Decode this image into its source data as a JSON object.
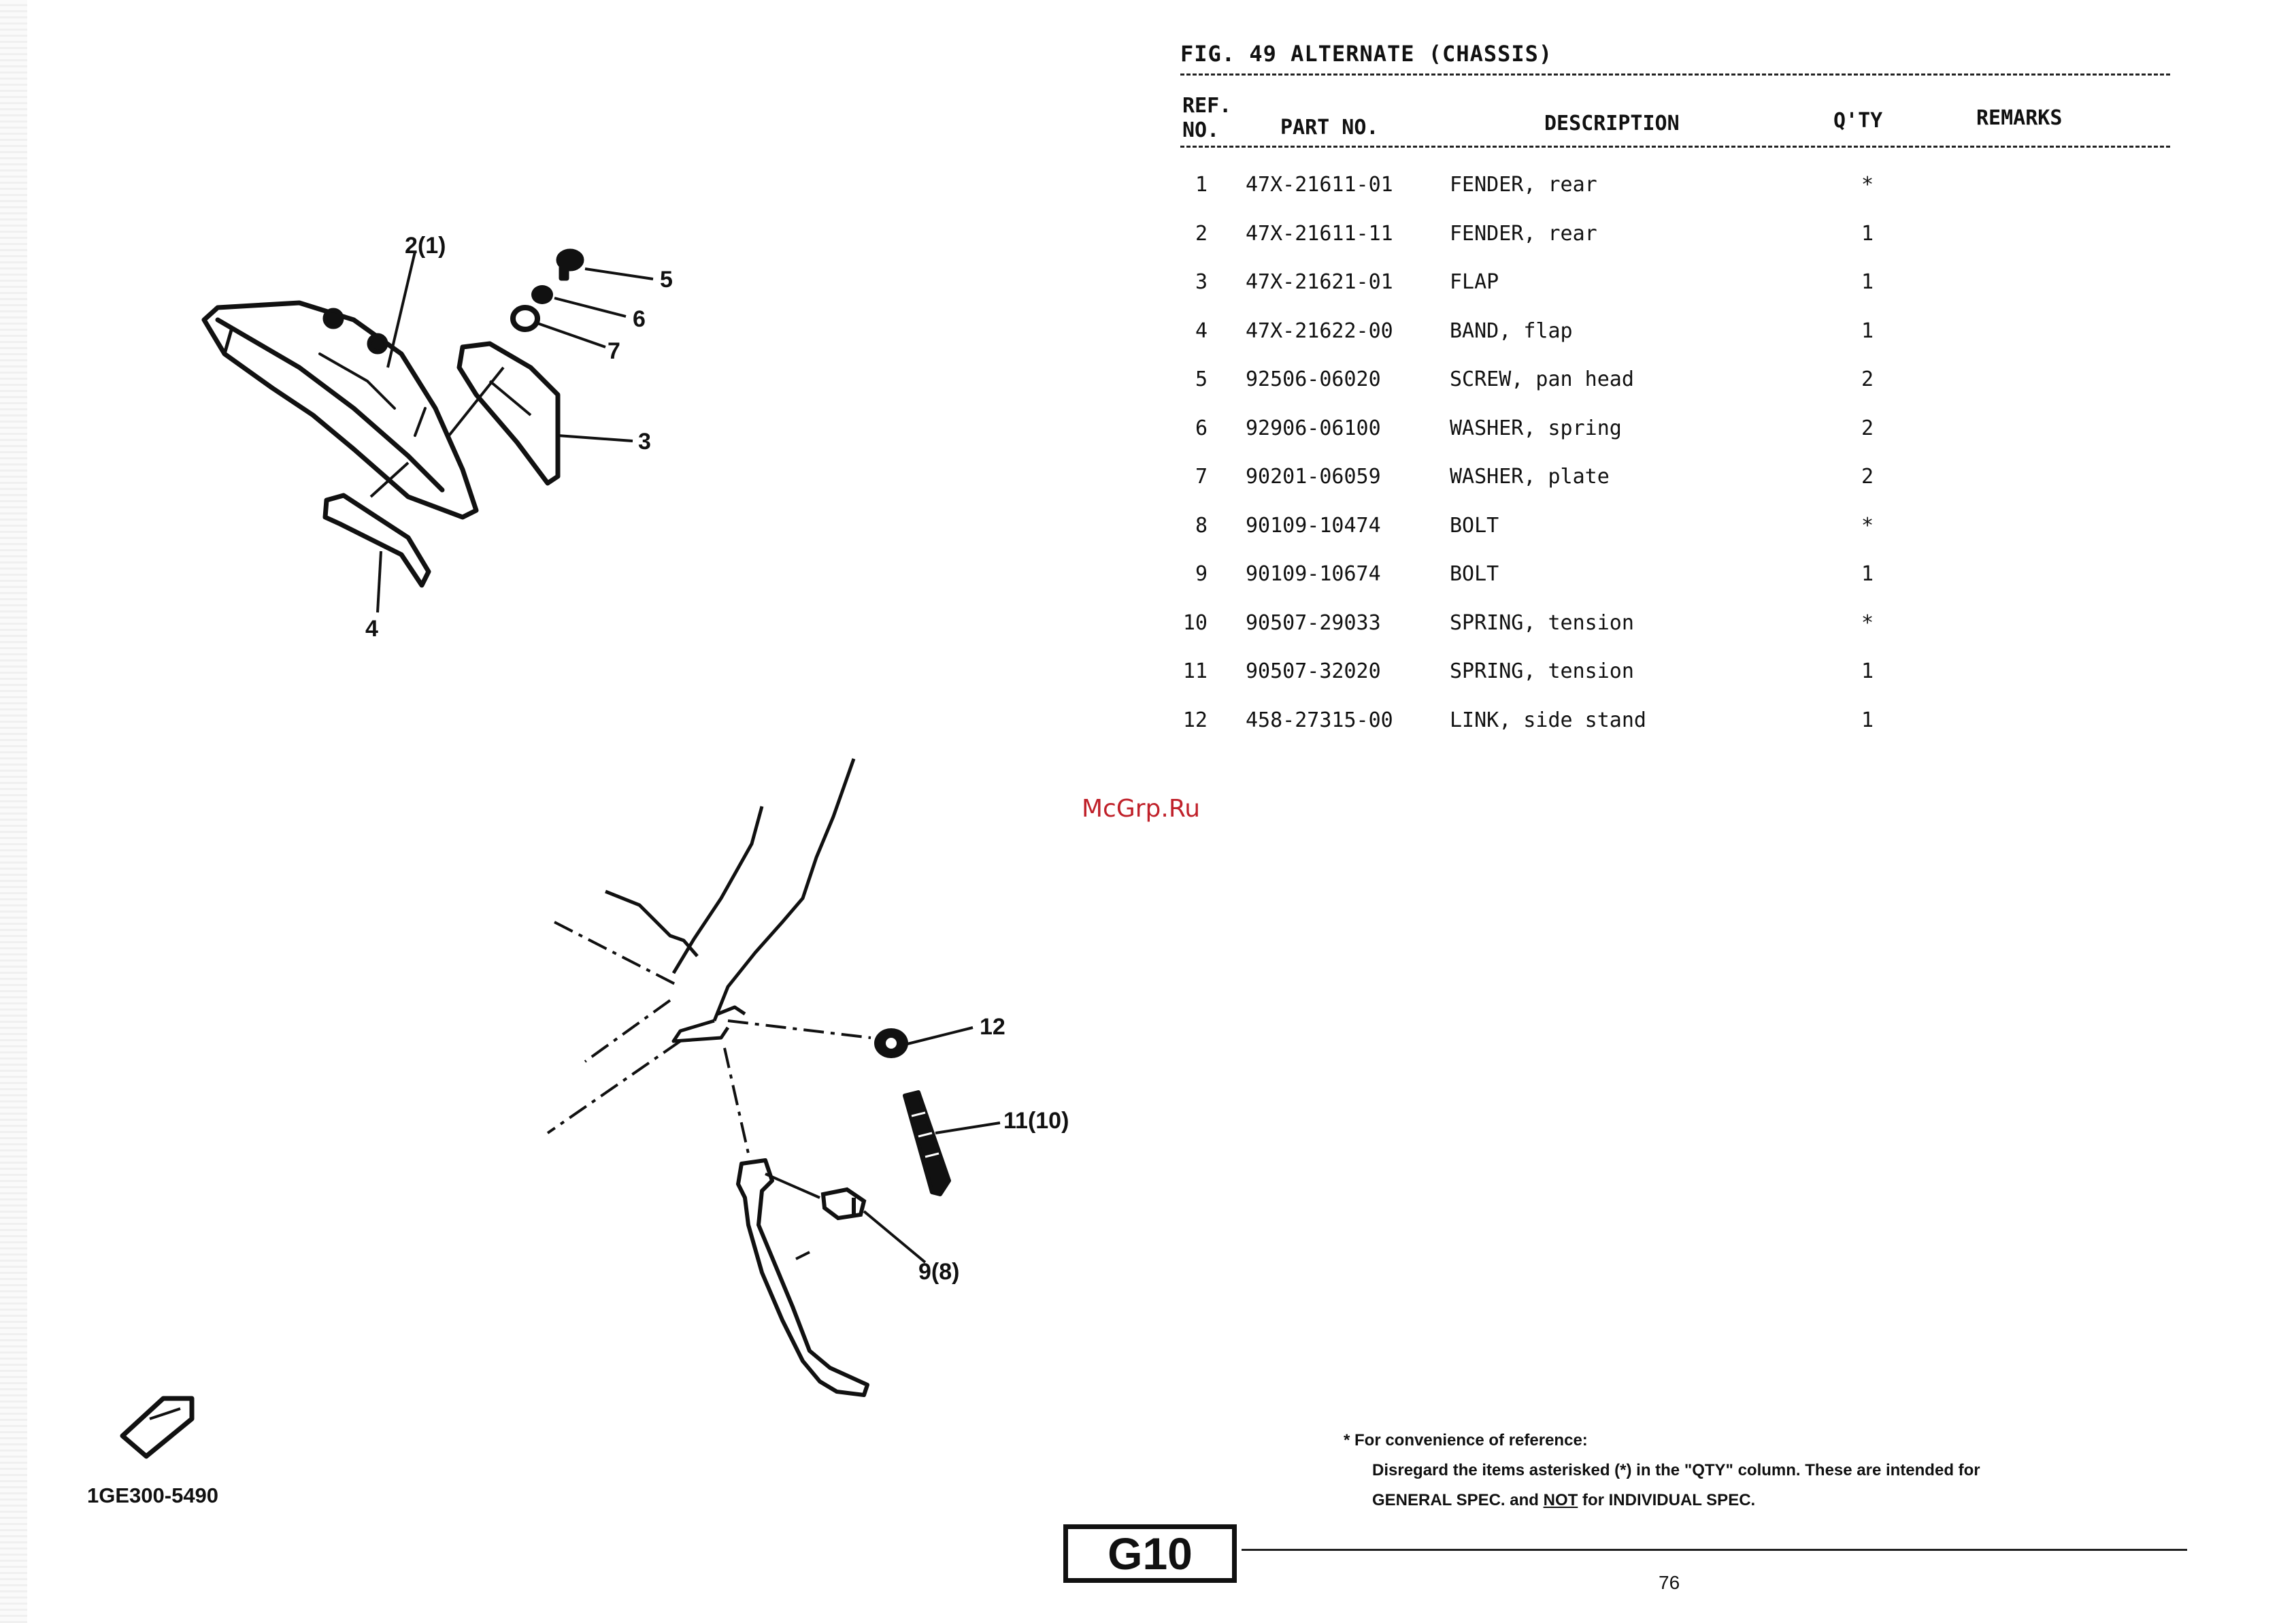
{
  "figure": {
    "title": "FIG. 49  ALTERNATE (CHASSIS)"
  },
  "table": {
    "headers": {
      "ref_line1": "REF.",
      "ref_line2": "NO.",
      "part_no": "PART NO.",
      "description": "DESCRIPTION",
      "qty": "Q'TY",
      "remarks": "REMARKS"
    },
    "rows": [
      {
        "ref": "1",
        "part": "47X-21611-01",
        "desc": "FENDER, rear",
        "qty": "*"
      },
      {
        "ref": "2",
        "part": "47X-21611-11",
        "desc": "FENDER, rear",
        "qty": "1"
      },
      {
        "ref": "3",
        "part": "47X-21621-01",
        "desc": "FLAP",
        "qty": "1"
      },
      {
        "ref": "4",
        "part": "47X-21622-00",
        "desc": "BAND, flap",
        "qty": "1"
      },
      {
        "ref": "5",
        "part": "92506-06020",
        "desc": "SCREW, pan head",
        "qty": "2"
      },
      {
        "ref": "6",
        "part": "92906-06100",
        "desc": "WASHER, spring",
        "qty": "2"
      },
      {
        "ref": "7",
        "part": "90201-06059",
        "desc": "WASHER, plate",
        "qty": "2"
      },
      {
        "ref": "8",
        "part": "90109-10474",
        "desc": "BOLT",
        "qty": "*"
      },
      {
        "ref": "9",
        "part": "90109-10674",
        "desc": "BOLT",
        "qty": "1"
      },
      {
        "ref": "10",
        "part": "90507-29033",
        "desc": "SPRING, tension",
        "qty": "*"
      },
      {
        "ref": "11",
        "part": "90507-32020",
        "desc": "SPRING, tension",
        "qty": "1"
      },
      {
        "ref": "12",
        "part": "458-27315-00",
        "desc": "LINK, side stand",
        "qty": "1"
      }
    ]
  },
  "callouts": {
    "c21": "2(1)",
    "c5": "5",
    "c6": "6",
    "c7": "7",
    "c3": "3",
    "c4": "4",
    "c12": "12",
    "c1110": "11(10)",
    "c98": "9(8)"
  },
  "watermark": "McGrp.Ru",
  "footnote": {
    "line1": "* For convenience of reference:",
    "line2_a": "Disregard the items asterisked (*) in the \"QTY\" column.  These are intended for",
    "line3_a": "GENERAL SPEC. and ",
    "line3_not": "NOT",
    "line3_b": " for INDIVIDUAL SPEC."
  },
  "model_badge": "G10",
  "page_number": "76",
  "image_code": "1GE300-5490"
}
